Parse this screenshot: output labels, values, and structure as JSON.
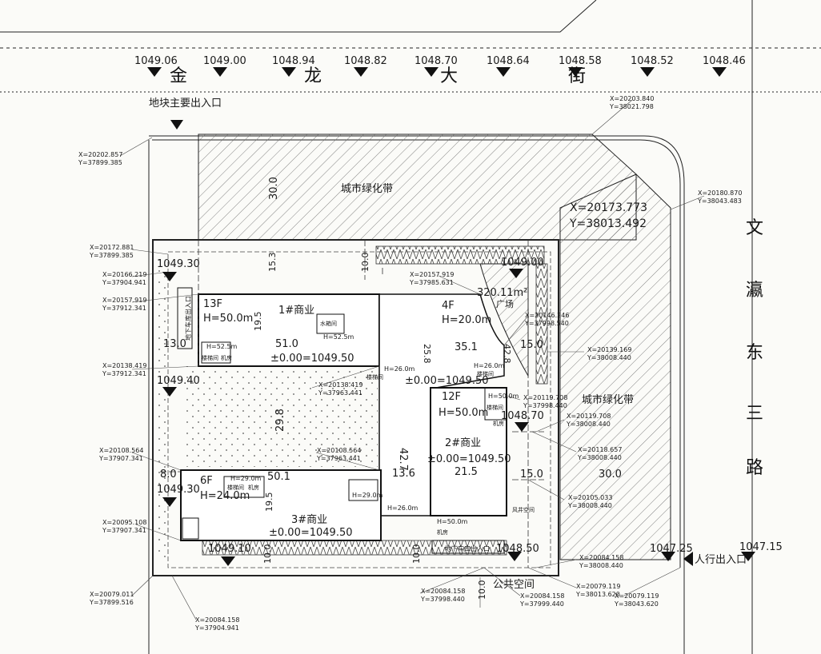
{
  "top_elevations": [
    "1049.06",
    "1049.00",
    "1048.94",
    "1048.82",
    "1048.70",
    "1048.64",
    "1048.58",
    "1048.52",
    "1048.46"
  ],
  "road_north": [
    "金",
    "龙",
    "大",
    "街"
  ],
  "road_east": [
    "文",
    "瀛",
    "东",
    "三",
    "路"
  ],
  "labels": {
    "main_entrance": "地块主要出入口",
    "green_belt_top": "城市绿化带",
    "green_belt_right": "城市绿化带",
    "plaza_area": "320.11m²",
    "plaza": "广场",
    "garage_entrance_left": "地下车库出入口",
    "garage_entrance_bottom": "地下车库出入口",
    "public_space": "公共空间",
    "pedestrian_entrance": "人行出入口"
  },
  "buildings": {
    "b1": {
      "floors": "13F",
      "height": "H=50.0m",
      "name": "1#商业",
      "elev": "±0.00=1049.50",
      "w": "51.0",
      "d": "19.5",
      "sub_h1": "H=52.5m",
      "sub_h2": "H=52.5m",
      "sub_room": "水箱间",
      "stair": "楼梯间",
      "machine": "机房"
    },
    "b2": {
      "floors": "12F",
      "height": "H=50.0m",
      "name": "2#商业",
      "elev": "±0.00=1049.50",
      "w": "21.5",
      "sub_h": "H=50.0m",
      "stair": "楼梯间",
      "machine": "机房"
    },
    "b3": {
      "floors": "6F",
      "height": "H=24.0m",
      "name": "3#商业",
      "elev": "±0.00=1049.50",
      "w": "50.1",
      "d": "19.5",
      "sub_h1": "H=29.0m",
      "sub_h2": "H=29.0m",
      "stair": "楼梯间",
      "machine": "机房"
    },
    "b4": {
      "floors": "4F",
      "height": "H=20.0m",
      "elev": "±0.00=1049.50",
      "w": "35.1",
      "d": "25.8",
      "sub_h1": "H=26.0m",
      "sub_h2": "H=26.0m",
      "sub_h3": "H=26.0m",
      "sub_h4": "H=50.0m",
      "stair": "楼梯间",
      "stair2": "楼梯间",
      "machine": "机房",
      "room": "风井空间"
    }
  },
  "dims": [
    "30.0",
    "15.3",
    "10.0",
    "13.0",
    "29.8",
    "42.7",
    "13.6",
    "42.8",
    "15.0",
    "15.0",
    "30.0",
    "8.0",
    "10.0",
    "10.0",
    "10.0"
  ],
  "site_elevations": [
    "1049.30",
    "1049.40",
    "1049.30",
    "1049.10",
    "1049.00",
    "1048.70",
    "1048.50",
    "1047.25",
    "1047.15"
  ],
  "coords": [
    "X=20203.840",
    "Y=38021.798",
    "X=20202.857",
    "Y=37899.385",
    "X=20180.870",
    "Y=38043.483",
    "X=20173.773",
    "Y=38013.492",
    "X=20172.881",
    "Y=37899.385",
    "X=20166.219",
    "Y=37904.941",
    "X=20157.919",
    "Y=37912.341",
    "X=20157.919",
    "Y=37985.631",
    "X=20146.246",
    "Y=37998.540",
    "X=20139.169",
    "Y=38008.440",
    "X=20138.419",
    "Y=37912.341",
    "X=20138.419",
    "Y=37963.441",
    "X=20119.708",
    "Y=37998.440",
    "X=20119.708",
    "Y=38008.440",
    "X=20118.657",
    "Y=38008.440",
    "X=20108.564",
    "Y=37907.341",
    "X=20108.564",
    "Y=37963.441",
    "X=20105.033",
    "Y=38008.440",
    "X=20095.108",
    "Y=37907.341",
    "X=20084.158",
    "Y=38008.440",
    "X=20084.158",
    "Y=37998.440",
    "X=20084.158",
    "Y=37999.440",
    "X=20079.119",
    "Y=38013.620",
    "X=20079.119",
    "Y=38043.620",
    "X=20079.011",
    "Y=37899.516",
    "X=20084.158",
    "Y=37904.941"
  ],
  "colors": {
    "ink": "#1a1a1a",
    "hatch": "#555555",
    "paper": "#fbfbf8"
  }
}
